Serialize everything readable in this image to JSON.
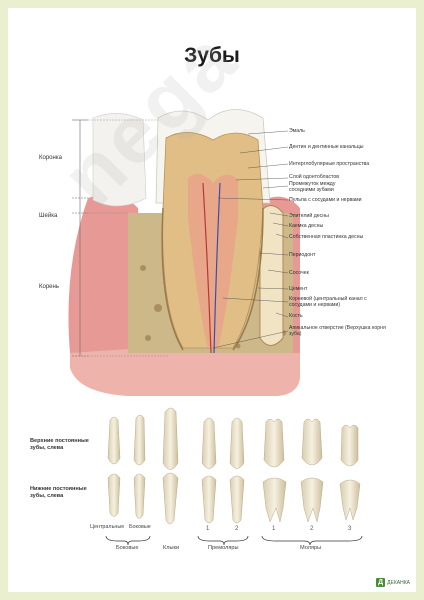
{
  "title": "Зубы",
  "sections": {
    "crown": "Коронка",
    "neck": "Шейка",
    "root": "Корень"
  },
  "annotations": [
    "Эмаль",
    "Дентин и дентинные канальцы",
    "Интерглобулярные пространства",
    "Слой одонтобластов",
    "Промежуток между соседними зубами",
    "Пульпа с сосудами и нервами",
    "Эпителий десны",
    "Каемка десны",
    "Собственная пластинка десны",
    "Периодонт",
    "Сосочек",
    "Цемент",
    "Корневой (центральный канал с сосудами и нервами)",
    "Кость",
    "Апикальное отверстие (Верхушка корня зуба)"
  ],
  "rows": {
    "upper": "Верхние постоянные зубы, слева",
    "lower": "Нижние постоянные зубы, слева"
  },
  "tooth_labels": {
    "central": "Центральные",
    "lateral": "Боковые",
    "incisors": "Боковые",
    "canines": "Клыки",
    "premolars": "Премоляры",
    "molars": "Моляры"
  },
  "numbers": {
    "p1": "1",
    "p2": "2",
    "m1": "1",
    "m2": "2",
    "m3": "3"
  },
  "watermark": "nega",
  "logo": "ДЕКАНКА",
  "colors": {
    "frame": "#e9efcf",
    "gum": "#e9a0a0",
    "enamel": "#f4f2ec",
    "dentin": "#e2c28a",
    "bone": "#c9b487"
  }
}
